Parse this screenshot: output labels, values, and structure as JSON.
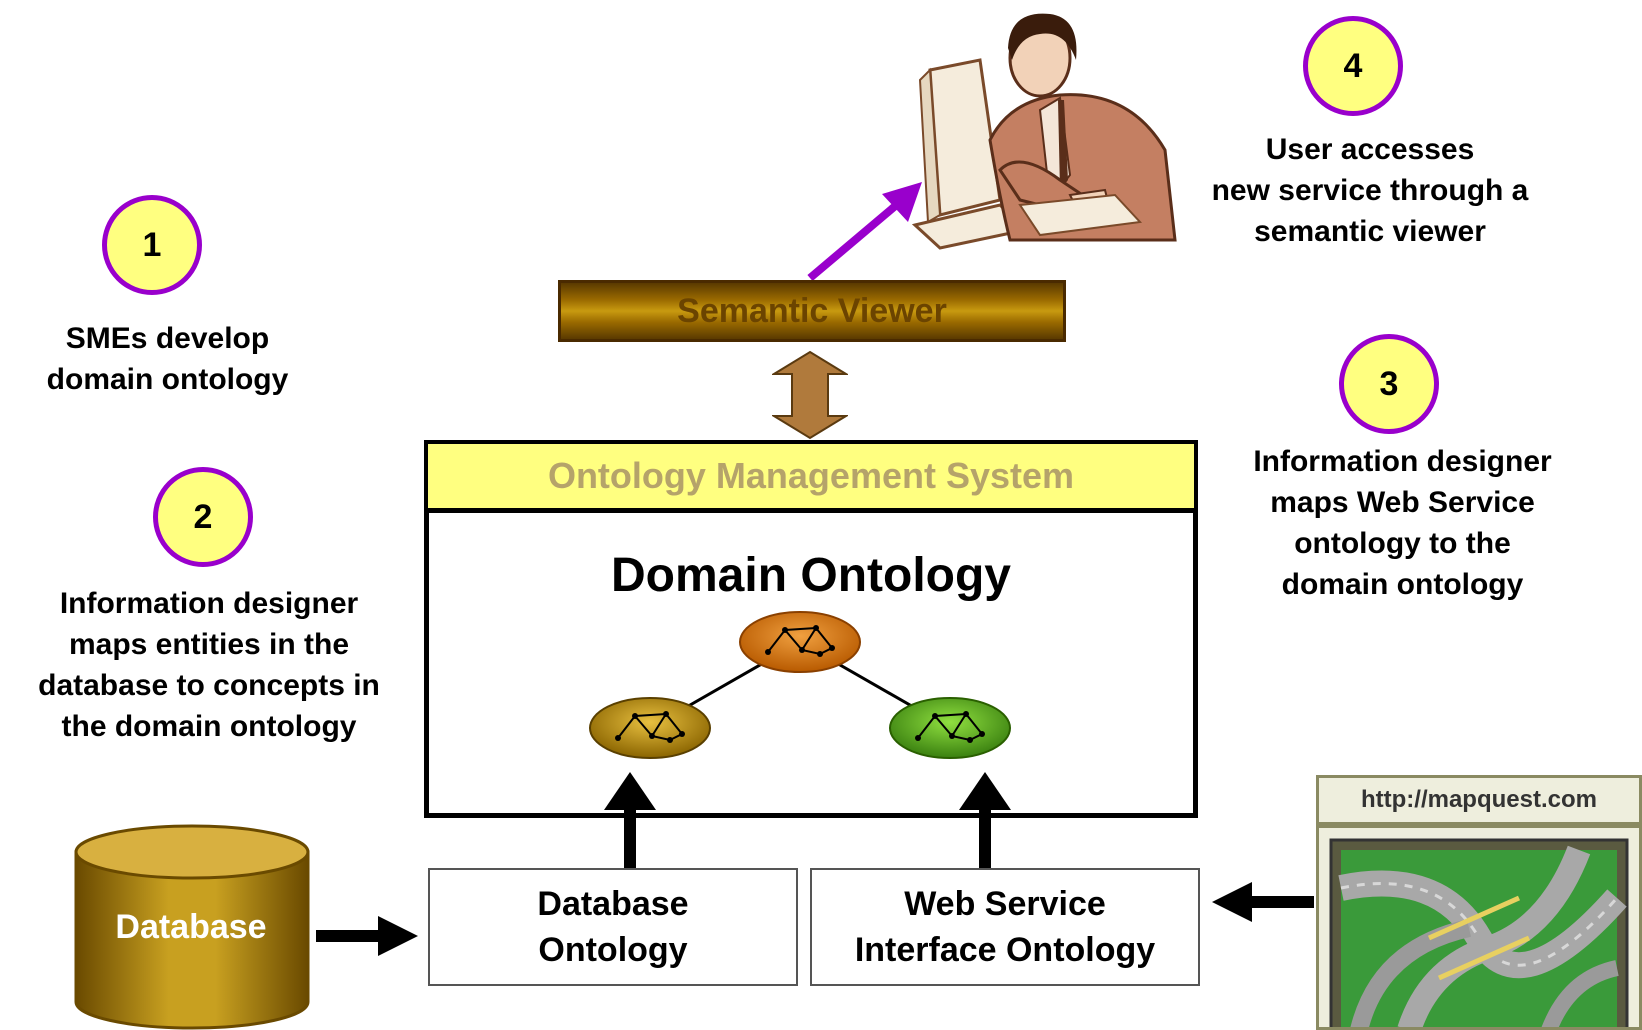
{
  "steps": [
    {
      "number": "1",
      "lines": [
        "SMEs develop",
        "domain ontology"
      ]
    },
    {
      "number": "2",
      "lines": [
        "Information designer",
        "maps entities in the",
        "database to concepts in",
        "the domain ontology"
      ]
    },
    {
      "number": "3",
      "lines": [
        "Information designer",
        "maps Web Service",
        "ontology to the",
        "domain ontology"
      ]
    },
    {
      "number": "4",
      "lines": [
        "User accesses",
        "new service through a",
        "semantic viewer"
      ]
    }
  ],
  "semantic_viewer": {
    "label": "Semantic Viewer"
  },
  "ontology_management_system": {
    "label": "Ontology Management System"
  },
  "domain_ontology": {
    "title": "Domain Ontology"
  },
  "database_ontology": {
    "lines": [
      "Database",
      "Ontology"
    ]
  },
  "web_service_ontology": {
    "lines": [
      "Web Service",
      "Interface Ontology"
    ]
  },
  "database": {
    "label": "Database"
  },
  "mapquest": {
    "url": "http://mapquest.com"
  },
  "colors": {
    "step_circle_fill": "#ffff80",
    "step_circle_border": "#9900cc",
    "viewer_arrow": "#9900cc",
    "oms_fill": "#ffff80",
    "cluster_top": "#e07a10",
    "cluster_left": "#c89a10",
    "cluster_right": "#5ab020"
  }
}
